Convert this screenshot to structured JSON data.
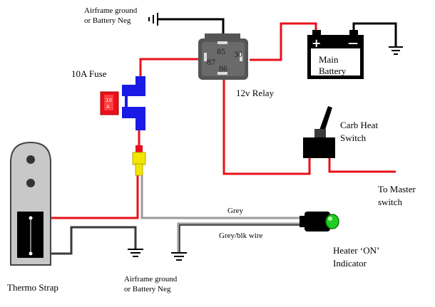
{
  "labels": {
    "ground_top_line1": "Airframe ground",
    "ground_top_line2": "or Battery Neg",
    "fuse": "10A Fuse",
    "fuse_body_line1": "10",
    "fuse_body_line2": "A",
    "relay": "12v Relay",
    "pin_85": "85",
    "pin_87": "87",
    "pin_30": "30",
    "pin_86": "86",
    "battery_line1": "Main",
    "battery_line2": "Battery",
    "battery_plus": "+",
    "battery_minus": "—",
    "switch_line1": "Carb Heat",
    "switch_line2": "Switch",
    "master_line1": "To Master",
    "master_line2": "switch",
    "grey_wire": "Grey",
    "grey_blk_wire": "Grey/blk wire",
    "indicator_line1": "Heater ‘ON’",
    "indicator_line2": "Indicator",
    "ground_bottom_line1": "Airframe ground",
    "ground_bottom_line2": "or Battery Neg",
    "thermo_strap": "Thermo Strap"
  },
  "colors": {
    "red_wire": "#e8101a",
    "grey_wire": "#9a9a9a",
    "black_wire": "#000000",
    "fuse_holder": "#1a1ae6",
    "fuse_body": "#e8101a",
    "connector": "#f2e600",
    "relay_body": "#555555",
    "indicator_lens": "#22cc22",
    "strap_fill": "#c8c8c8"
  },
  "icons": {
    "fuse_holder": "fuse-holder-icon",
    "relay": "relay-icon",
    "battery": "battery-icon",
    "toggle_switch": "toggle-switch-icon",
    "indicator_lamp": "indicator-lamp-icon",
    "ground": "ground-symbol-icon",
    "thermo_strap": "thermo-strap-icon"
  }
}
